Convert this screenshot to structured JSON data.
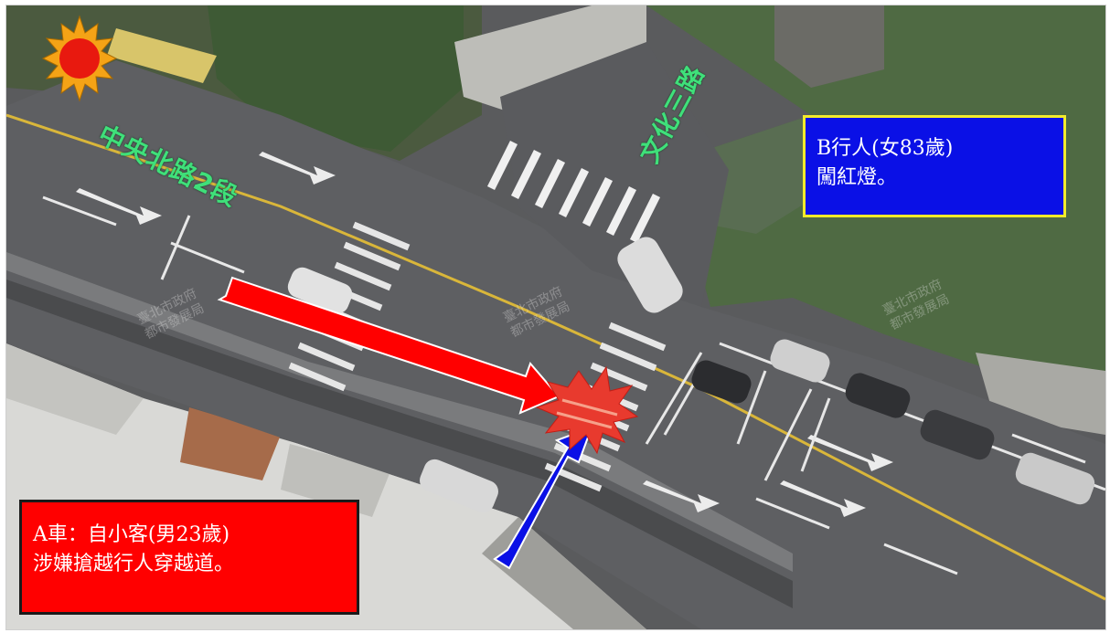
{
  "road_labels": {
    "main": "中央北路2段",
    "cross": "文化三路"
  },
  "pedestrian_box": {
    "line1": "B行人(女83歲)",
    "line2": "闖紅燈。"
  },
  "vehicle_box": {
    "line1": "A車：自小客(男23歲)",
    "line2": "涉嫌搶越行人穿越道。"
  },
  "watermarks": [
    {
      "line1": "臺北市政府",
      "line2": "都市發展局"
    },
    {
      "line1": "臺北市政府",
      "line2": "都市發展局"
    },
    {
      "line1": "臺北市政府",
      "line2": "都市發展局"
    }
  ],
  "colors": {
    "vehicle_arrow": "#ff0000",
    "pedestrian_arrow": "#0a10e6",
    "collision_burst": "#e83a2e",
    "road_label": "#3fe07a",
    "pedestrian_box_border": "#f2ea2b"
  },
  "icons": {
    "daytime": "sun-icon",
    "collision": "collision-burst-icon"
  }
}
